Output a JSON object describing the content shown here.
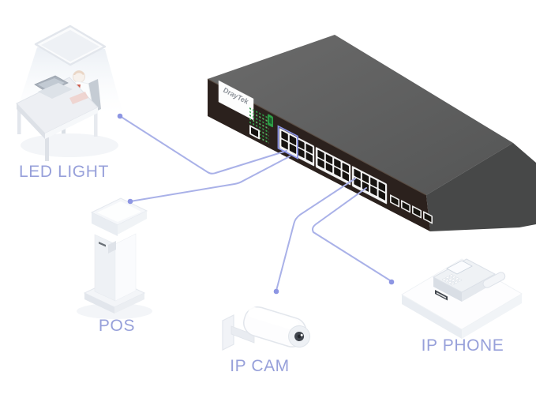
{
  "switch": {
    "logo_text": "DrayTek",
    "rj45_ports": 24,
    "rj45_port_groups": 3,
    "ports_per_group": 8,
    "sfp_ports": 4,
    "highlighted_port_group": 1
  },
  "devices": {
    "led_light": {
      "label": "LED LIGHT"
    },
    "pos": {
      "label": "POS"
    },
    "ip_cam": {
      "label": "IP CAM"
    },
    "ip_phone": {
      "label": "IP PHONE"
    }
  },
  "connections": [
    {
      "from": "LED LIGHT",
      "to": "switch-port-group-1"
    },
    {
      "from": "POS",
      "to": "switch-port-group-1"
    },
    {
      "from": "IP CAM",
      "to": "switch-port-group-3"
    },
    {
      "from": "IP PHONE",
      "to": "switch-port-group-3"
    }
  ],
  "colors": {
    "label_text": "#97a0da",
    "connection_line": "#a9b1e8",
    "connection_dot": "#8d96e3",
    "port_highlight": "#8b94e8",
    "switch_top": "#5f6060",
    "switch_front": "#2b211d",
    "switch_side": "#474848",
    "led_green": "#2f9e48"
  }
}
